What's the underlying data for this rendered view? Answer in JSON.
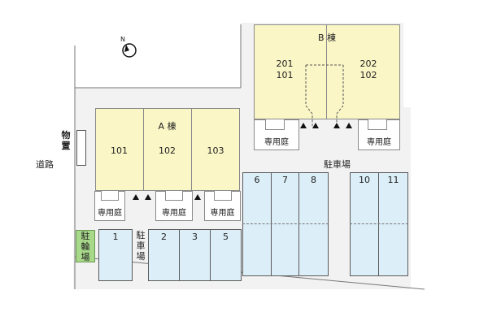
{
  "buildings": {
    "a": {
      "label": "A 棟",
      "units": [
        "101",
        "102",
        "103"
      ]
    },
    "b": {
      "label": "B 棟",
      "left_units": [
        "201",
        "101"
      ],
      "right_units": [
        "202",
        "102"
      ]
    }
  },
  "garden_label": "専用庭",
  "parking_label": "駐車場",
  "parking_vertical": [
    "駐",
    "車",
    "場"
  ],
  "bike_vertical": [
    "駐",
    "輪",
    "場"
  ],
  "storage_vertical": [
    "物",
    "置"
  ],
  "road_label": "道路",
  "stalls": {
    "s1": "1",
    "s2": "2",
    "s3": "3",
    "s5": "5",
    "s6": "6",
    "s7": "7",
    "s8": "8",
    "s10": "10",
    "s11": "11"
  },
  "compass_letter": "N"
}
